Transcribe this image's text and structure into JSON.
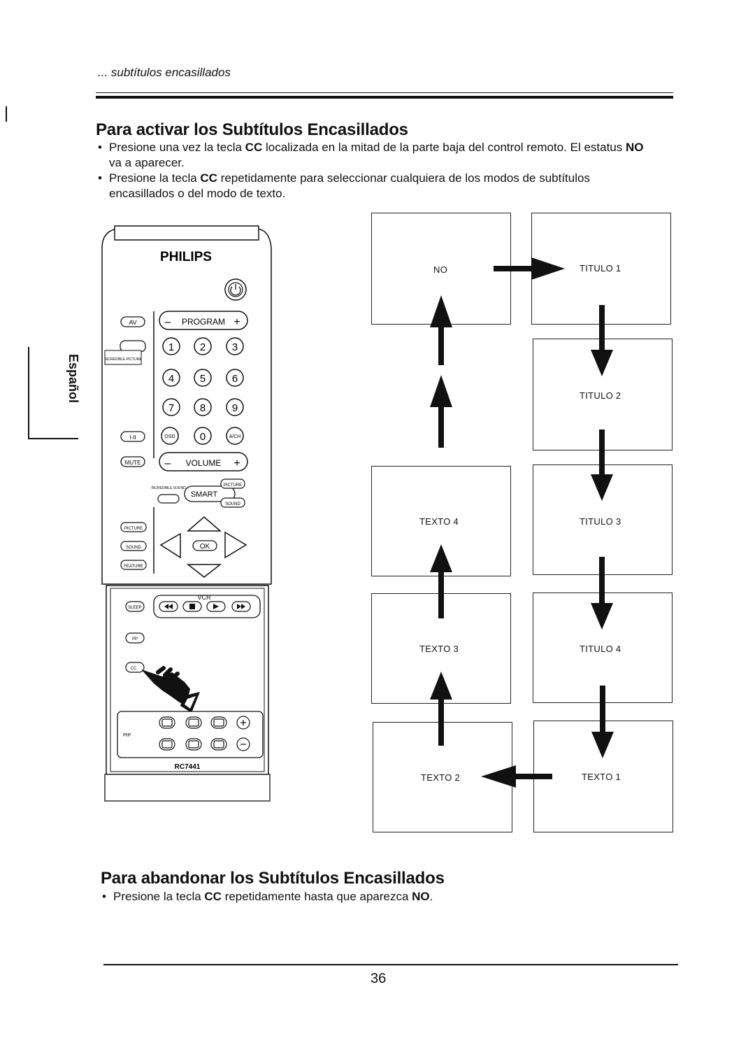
{
  "running_head": "... subtítulos encasillados",
  "section1": {
    "heading": "Para activar los Subtítulos Encasillados",
    "bullet1": {
      "pre": "Presione una vez la tecla ",
      "key": "CC",
      "mid": " localizada en la mitad de la parte baja del control remoto. El estatus ",
      "status": "NO",
      "post": " va a aparecer."
    },
    "bullet2": {
      "pre": "Presione la tecla ",
      "key": "CC",
      "post": " repetidamente para seleccionar cualquiera de los modos de subtítulos encasillados o del modo de texto."
    }
  },
  "side_tab": "Español",
  "remote": {
    "brand": "PHILIPS",
    "model": "RC7441",
    "program_label": "PROGRAM",
    "volume_label": "VOLUME",
    "minus": "–",
    "plus": "+",
    "av": "AV",
    "incredible_picture": "INCREDIBLE PICTURE",
    "incredible_sound": "INCREDIBLE SOUND",
    "smart": "SMART",
    "picture": "PICTURE",
    "sound": "SOUND",
    "feature": "FEATURE",
    "osd": "OSD",
    "ach": "A/CH",
    "mute": "MUTE",
    "dual": "I-II",
    "ok": "OK",
    "vcr": "VCR",
    "sleep": "SLEEP",
    "pp": "PP",
    "cc": "CC",
    "pip": "PIP",
    "digits": [
      "1",
      "2",
      "3",
      "4",
      "5",
      "6",
      "7",
      "8",
      "9",
      "0"
    ]
  },
  "diagram": {
    "boxes": [
      "NO",
      "TITULO 1",
      "TITULO 2",
      "TITULO 3",
      "TITULO 4",
      "TEXTO 1",
      "TEXTO 2",
      "TEXTO 3",
      "TEXTO 4"
    ]
  },
  "section2": {
    "heading": "Para abandonar los Subtítulos Encasillados",
    "bullet1": {
      "pre": "Presione la tecla ",
      "key": "CC",
      "mid": " repetidamente hasta que aparezca ",
      "status": "NO",
      "post": "."
    }
  },
  "page_number": "36"
}
